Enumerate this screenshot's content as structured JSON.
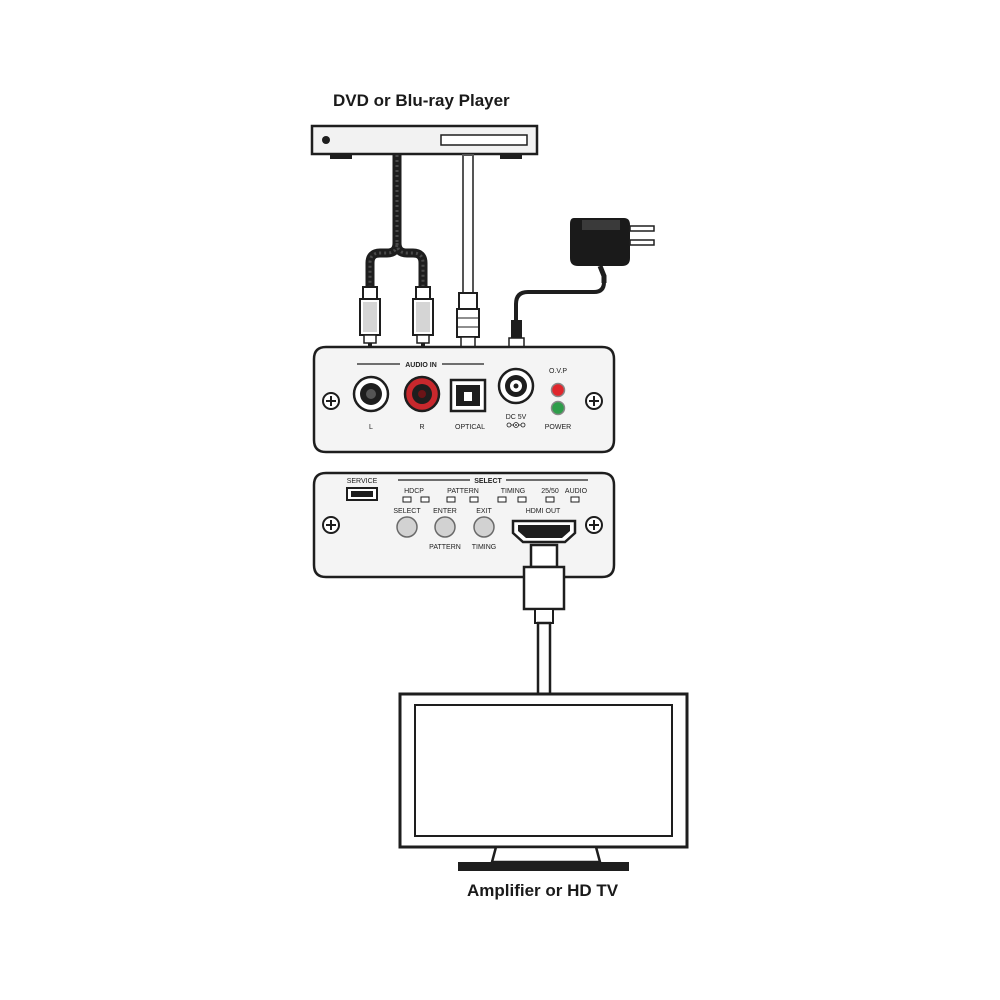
{
  "titles": {
    "source_device": "DVD or Blu-ray Player",
    "sink_device": "Amplifier or HD TV"
  },
  "front_panel": {
    "audio_in_label": "AUDIO IN",
    "left_label": "L",
    "right_label": "R",
    "optical_label": "OPTICAL",
    "dc_label": "DC 5V",
    "ovp_label": "O.V.P",
    "power_label": "POWER"
  },
  "rear_panel": {
    "service_label": "SERVICE",
    "select_label": "SELECT",
    "led_labels": [
      "HDCP",
      "PATTERN",
      "TIMING",
      "25/50",
      "AUDIO"
    ],
    "button_top_labels": [
      "SELECT",
      "ENTER",
      "EXIT"
    ],
    "button_bottom_labels": [
      "PATTERN",
      "TIMING"
    ],
    "hdmi_out_label": "HDMI OUT"
  },
  "colors": {
    "rca_right": "#c8282d",
    "ovp_led": "#e0262c",
    "power_led": "#2e9d4a",
    "panel_fill": "#f4f4f4",
    "outline": "#1e1e1e"
  }
}
